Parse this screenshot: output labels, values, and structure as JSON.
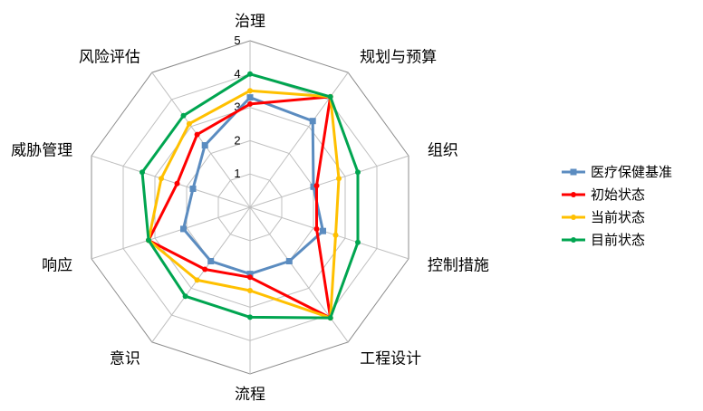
{
  "chart_data": {
    "type": "radar",
    "categories": [
      "治理",
      "规划与预算",
      "组织",
      "控制措施",
      "工程设计",
      "流程",
      "意识",
      "响应",
      "威胁管理",
      "风险评估"
    ],
    "rlim": [
      0,
      5
    ],
    "ticks": [
      "1",
      "2",
      "3",
      "4",
      "5"
    ],
    "grid": true,
    "legend_position": "right",
    "series": [
      {
        "name": "医疗保健基准",
        "color": "#5b8cc0",
        "marker": "square",
        "values": [
          3.3,
          3.2,
          2.0,
          2.3,
          2.0,
          2.0,
          2.0,
          2.1,
          1.8,
          2.3
        ]
      },
      {
        "name": "初始状态",
        "color": "#ff0000",
        "marker": "circle",
        "values": [
          3.1,
          4.1,
          2.1,
          2.1,
          4.1,
          2.1,
          2.3,
          3.2,
          2.3,
          2.7
        ]
      },
      {
        "name": "当前状态",
        "color": "#ffc000",
        "marker": "circle",
        "values": [
          3.5,
          4.1,
          2.8,
          2.7,
          4.1,
          2.5,
          2.7,
          3.2,
          2.8,
          3.1
        ]
      },
      {
        "name": "目前状态",
        "color": "#00a550",
        "marker": "circle",
        "values": [
          4.0,
          4.1,
          3.4,
          3.4,
          4.1,
          3.3,
          3.3,
          3.2,
          3.4,
          3.4
        ]
      }
    ]
  }
}
